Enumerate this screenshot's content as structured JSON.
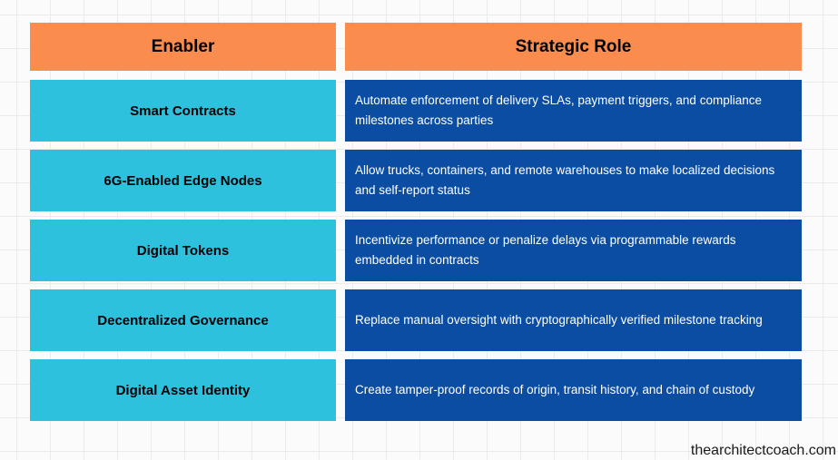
{
  "colors": {
    "header_bg": "#fa8c4d",
    "enabler_bg": "#2dc1de",
    "role_bg": "#0b4da2",
    "header_text": "#000000",
    "enabler_text": "#000000",
    "role_text": "#ffffff",
    "canvas_bg": "#fbfbfb",
    "grid_line": "#ebebeb"
  },
  "table": {
    "headers": {
      "enabler": "Enabler",
      "role": "Strategic Role"
    },
    "rows": [
      {
        "enabler": "Smart Contracts",
        "role": "Automate enforcement of delivery SLAs, payment triggers, and compliance milestones across parties"
      },
      {
        "enabler": "6G-Enabled Edge Nodes",
        "role": "Allow trucks, containers, and remote warehouses to make localized decisions and self-report status"
      },
      {
        "enabler": "Digital Tokens",
        "role": "Incentivize performance or penalize delays via programmable rewards embedded in contracts"
      },
      {
        "enabler": "Decentralized Governance",
        "role": "Replace manual oversight with cryptographically verified milestone tracking"
      },
      {
        "enabler": "Digital Asset Identity",
        "role": "Create tamper-proof records of origin, transit history, and chain of custody"
      }
    ]
  },
  "watermark": {
    "text": "thearchitectcoach.com"
  }
}
